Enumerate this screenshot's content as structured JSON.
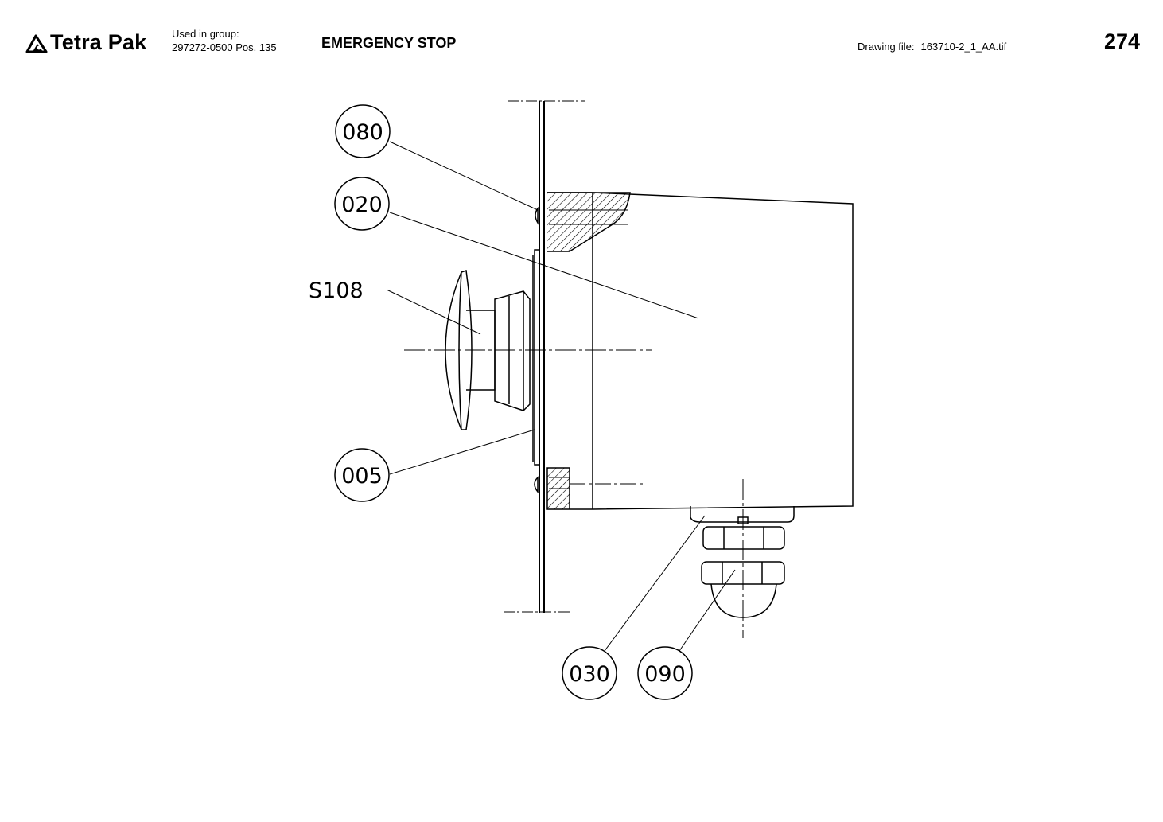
{
  "header": {
    "brand": "Tetra Pak",
    "used_label": "Used in group:",
    "used_value": "297272-0500 Pos. 135",
    "title": "EMERGENCY STOP",
    "drawing_label": "Drawing file:",
    "drawing_value": "163710-2_1_AA.tif",
    "page_number": "274"
  },
  "callouts": {
    "c080": "080",
    "c020": "020",
    "s108": "S108",
    "c005": "005",
    "c030": "030",
    "c090": "090"
  }
}
